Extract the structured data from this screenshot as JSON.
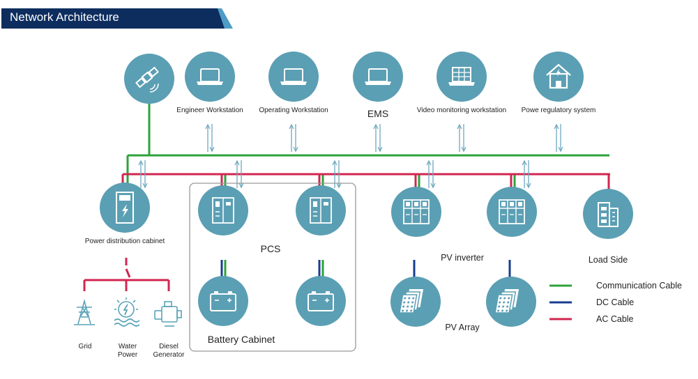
{
  "header": {
    "title": "Network Architecture"
  },
  "colors": {
    "header_bg": "#0d2d5e",
    "header_accent": "#4f9cc6",
    "node_fill": "#5a9fb3",
    "communication": "#2ca33b",
    "dc": "#183d8e",
    "ac": "#d0264f",
    "data_arrow": "#6ea9bf",
    "generation_icon": "#5aa3b8"
  },
  "top_nodes": [
    {
      "icon": "satellite-icon",
      "label": ""
    },
    {
      "icon": "laptop-icon",
      "label": "Engineer Workstation"
    },
    {
      "icon": "laptop-icon",
      "label": "Operating Workstation"
    },
    {
      "icon": "laptop-icon",
      "label": "EMS"
    },
    {
      "icon": "monitor-grid-icon",
      "label": "Video monitoring workstation"
    },
    {
      "icon": "house-bolt-icon",
      "label": "Powe regulatory system"
    }
  ],
  "mid_nodes": [
    {
      "icon": "cabinet-bolt-icon",
      "label": "Power distribution cabinet"
    },
    {
      "icon": "pcs-cabinet-icon",
      "label": ""
    },
    {
      "icon": "pcs-cabinet-icon",
      "label": ""
    },
    {
      "icon": "inverter-icon",
      "label": ""
    },
    {
      "icon": "inverter-icon",
      "label": ""
    },
    {
      "icon": "building-icon",
      "label": "Load Side"
    }
  ],
  "group_labels": {
    "pcs": "PCS",
    "battery": "Battery Cabinet",
    "pv_inverter": "PV inverter",
    "pv_array": "PV Array"
  },
  "bottom_nodes": [
    {
      "icon": "battery-icon"
    },
    {
      "icon": "battery-icon"
    },
    {
      "icon": "solar-panel-icon"
    },
    {
      "icon": "solar-panel-icon"
    }
  ],
  "sources": [
    {
      "icon": "power-tower-icon",
      "label": "Grid"
    },
    {
      "icon": "water-turbine-icon",
      "label": "Water Power"
    },
    {
      "icon": "diesel-engine-icon",
      "label": "Diesel Generator"
    }
  ],
  "legend": [
    {
      "label": "Communication Cable",
      "color": "#2ca33b"
    },
    {
      "label": "DC Cable",
      "color": "#183d8e"
    },
    {
      "label": "AC Cable",
      "color": "#d0264f"
    }
  ]
}
